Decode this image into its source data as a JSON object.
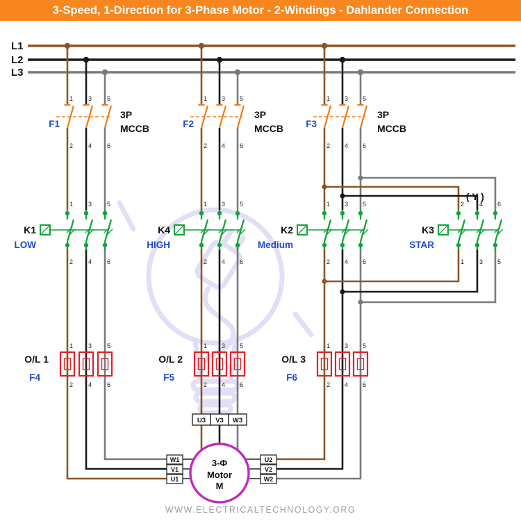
{
  "header": {
    "title": "3-Speed, 1-Direction for 3-Phase Motor - 2-Windings - Dahlander Connection"
  },
  "footer": {
    "website": "WWW.ELECTRICALTECHNOLOGY.ORG"
  },
  "rails": {
    "l1": "L1",
    "l2": "L2",
    "l3": "L3"
  },
  "terminals": {
    "top": [
      "1",
      "3",
      "5"
    ],
    "bottom": [
      "2",
      "4",
      "6"
    ]
  },
  "breakers": {
    "f1": "F1",
    "f2": "F2",
    "f3": "F3",
    "type_top": "3P",
    "type_bottom": "MCCB"
  },
  "contactors": {
    "k1": {
      "id": "K1",
      "speed": "LOW"
    },
    "k4": {
      "id": "K4",
      "speed": "HIGH"
    },
    "k2": {
      "id": "K2",
      "speed": "Medium"
    },
    "k3": {
      "id": "K3",
      "speed": "STAR",
      "star": "( Y )"
    }
  },
  "overloads": {
    "o1": {
      "name": "O/L 1",
      "id": "F4"
    },
    "o2": {
      "name": "O/L 2",
      "id": "F5"
    },
    "o3": {
      "name": "O/L 3",
      "id": "F6"
    }
  },
  "motor": {
    "line1": "3-Φ",
    "line2": "Motor",
    "line3": "M"
  },
  "motor_terminals": {
    "top": [
      "U3",
      "V3",
      "W3"
    ],
    "left": [
      "W1",
      "V1",
      "U1"
    ],
    "right": [
      "U2",
      "V2",
      "W2"
    ]
  },
  "colors": {
    "header_bg": "#F6861D",
    "phase_l1_brown": "#8E5524",
    "phase_l2_black": "#1A1A1A",
    "phase_l3_gray": "#7A7A7A",
    "breaker_orange": "#EF7D1A",
    "contactor_green": "#11A339",
    "overload_red": "#E02128",
    "motor_magenta": "#C02BC0",
    "label_blue": "#1E49C8",
    "watermark": "#DCD6F4"
  }
}
